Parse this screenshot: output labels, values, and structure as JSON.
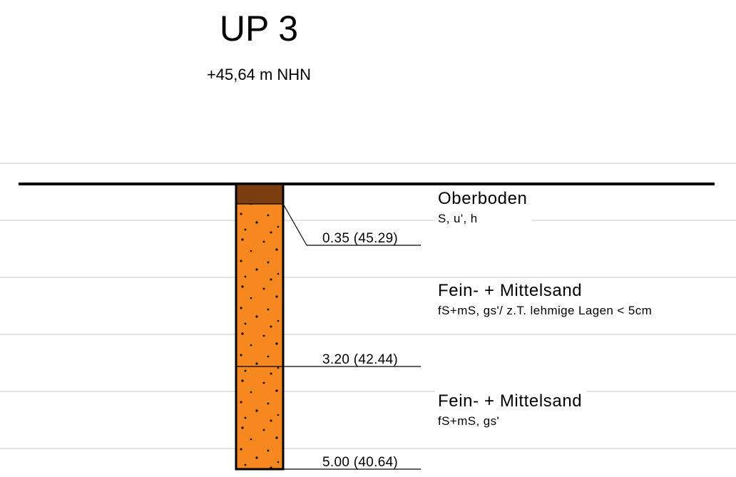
{
  "profile": {
    "title": "UP 3",
    "elevation": "+45,64 m NHN"
  },
  "colors": {
    "topsoil": "#7a3e10",
    "sand": "#f7871f",
    "grid": "#c8c8c8",
    "outline": "#000000"
  },
  "layers": [
    {
      "name": "Oberboden",
      "description": "S, u', h",
      "top_m": 0.0,
      "bottom_m": 0.35,
      "pattern": "solid"
    },
    {
      "name": "Fein- + Mittelsand",
      "description": "fS+mS, gs'/ z.T. lehmige Lagen < 5cm",
      "top_m": 0.35,
      "bottom_m": 3.2,
      "pattern": "dots"
    },
    {
      "name": "Fein- + Mittelsand",
      "description": "fS+mS, gs'",
      "top_m": 3.2,
      "bottom_m": 5.0,
      "pattern": "dots"
    }
  ],
  "depth_labels": [
    {
      "depth_m": 0.35,
      "text": "0.35 (45.29)"
    },
    {
      "depth_m": 3.2,
      "text": "3.20 (42.44)"
    },
    {
      "depth_m": 5.0,
      "text": "5.00 (40.64)"
    }
  ]
}
